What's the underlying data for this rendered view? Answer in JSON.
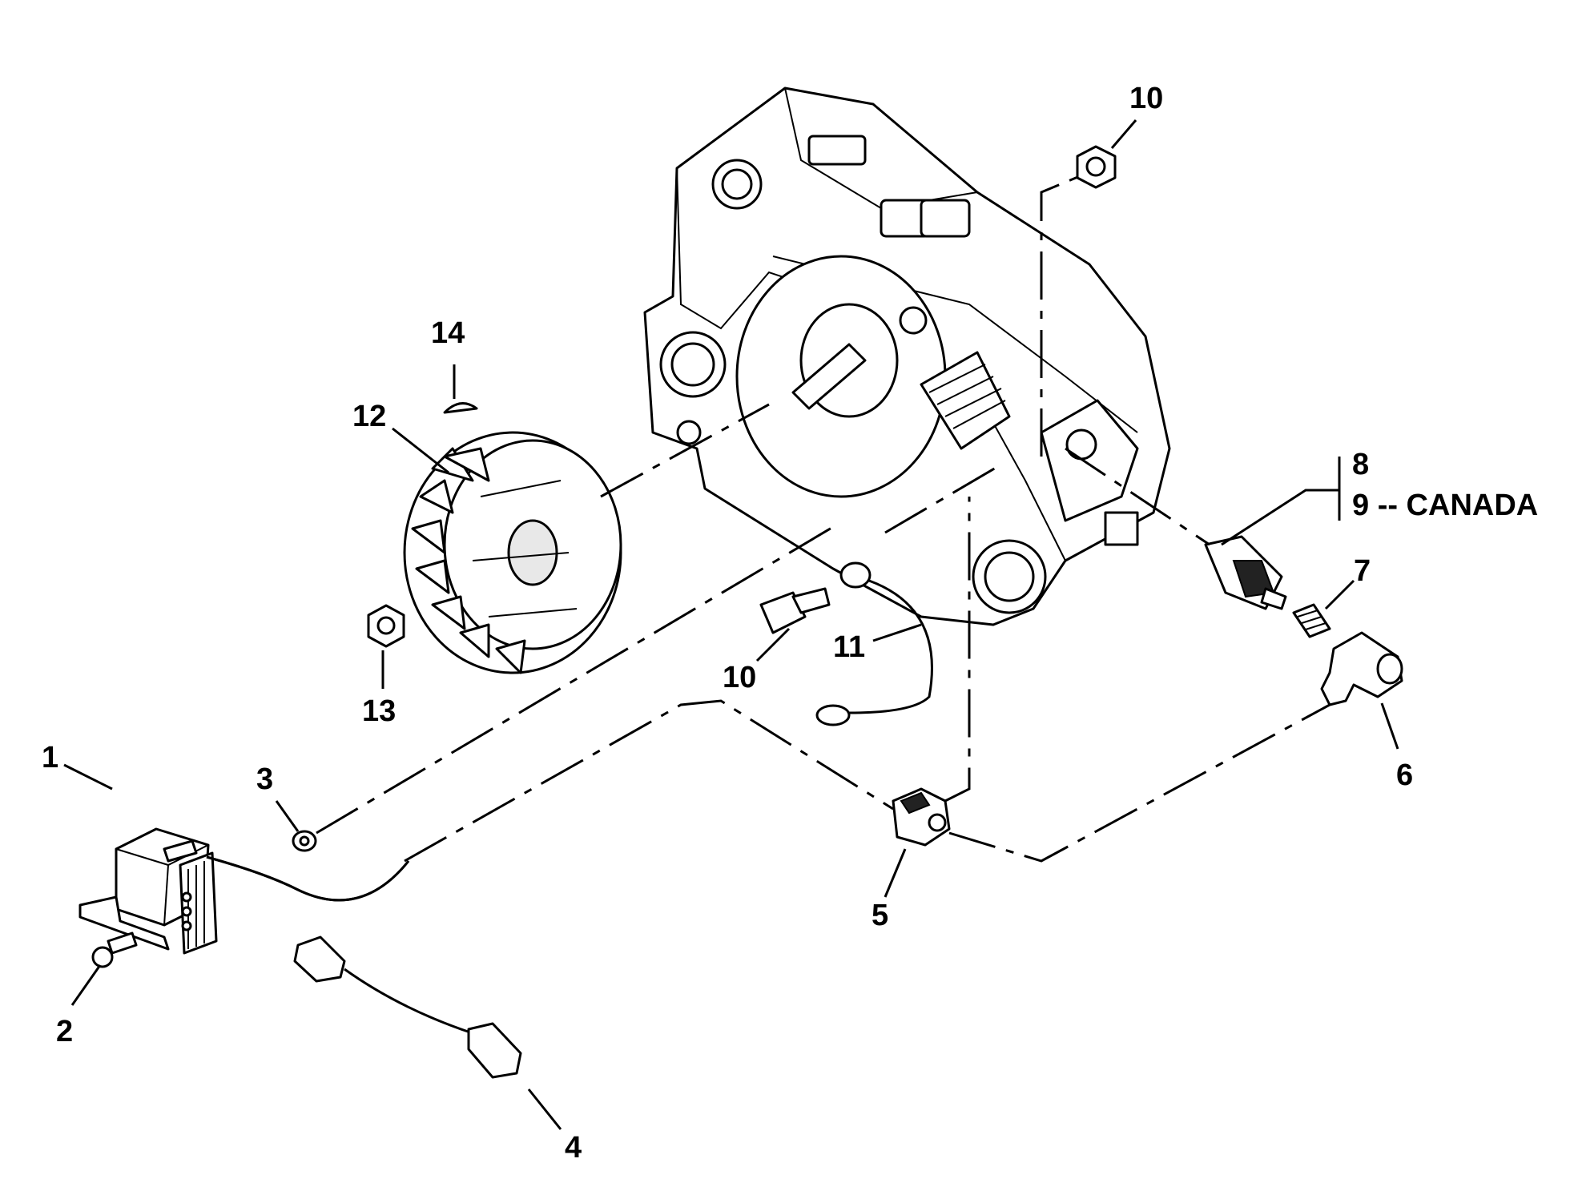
{
  "callouts": {
    "c1": "1",
    "c2": "2",
    "c3": "3",
    "c4": "4",
    "c5": "5",
    "c6": "6",
    "c7": "7",
    "c8": "8",
    "c9": "9 -- CANADA",
    "c10a": "10",
    "c10b": "10",
    "c11": "11",
    "c12": "12",
    "c13": "13",
    "c14": "14"
  }
}
